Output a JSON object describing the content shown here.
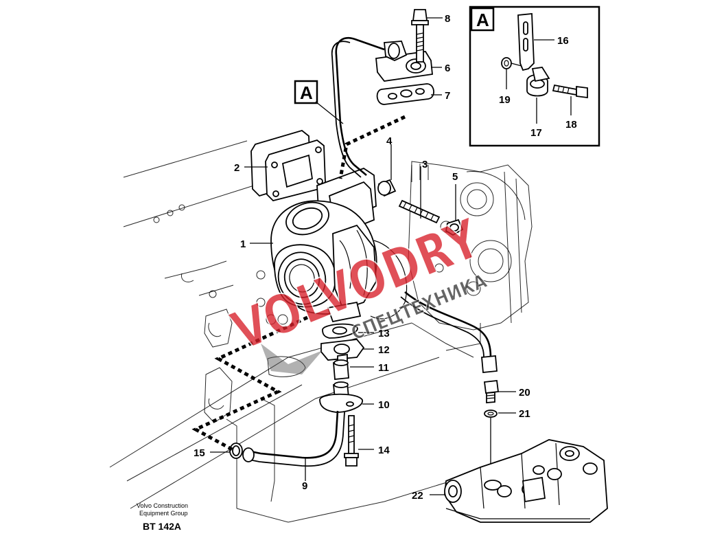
{
  "diagram": {
    "callouts": [
      "1",
      "2",
      "3",
      "4",
      "5",
      "6",
      "7",
      "8",
      "9",
      "10",
      "11",
      "12",
      "13",
      "14",
      "15",
      "16",
      "17",
      "18",
      "19",
      "20",
      "21",
      "22"
    ],
    "detail_label": "A",
    "footer": {
      "line1": "Volvo Construction",
      "line2": "Equipment Group",
      "code": "BT 142A"
    },
    "watermark": {
      "text1": "VOLVODRY",
      "text2": "СПЕЦТЕХНИКА",
      "color": "#d8202a"
    }
  }
}
